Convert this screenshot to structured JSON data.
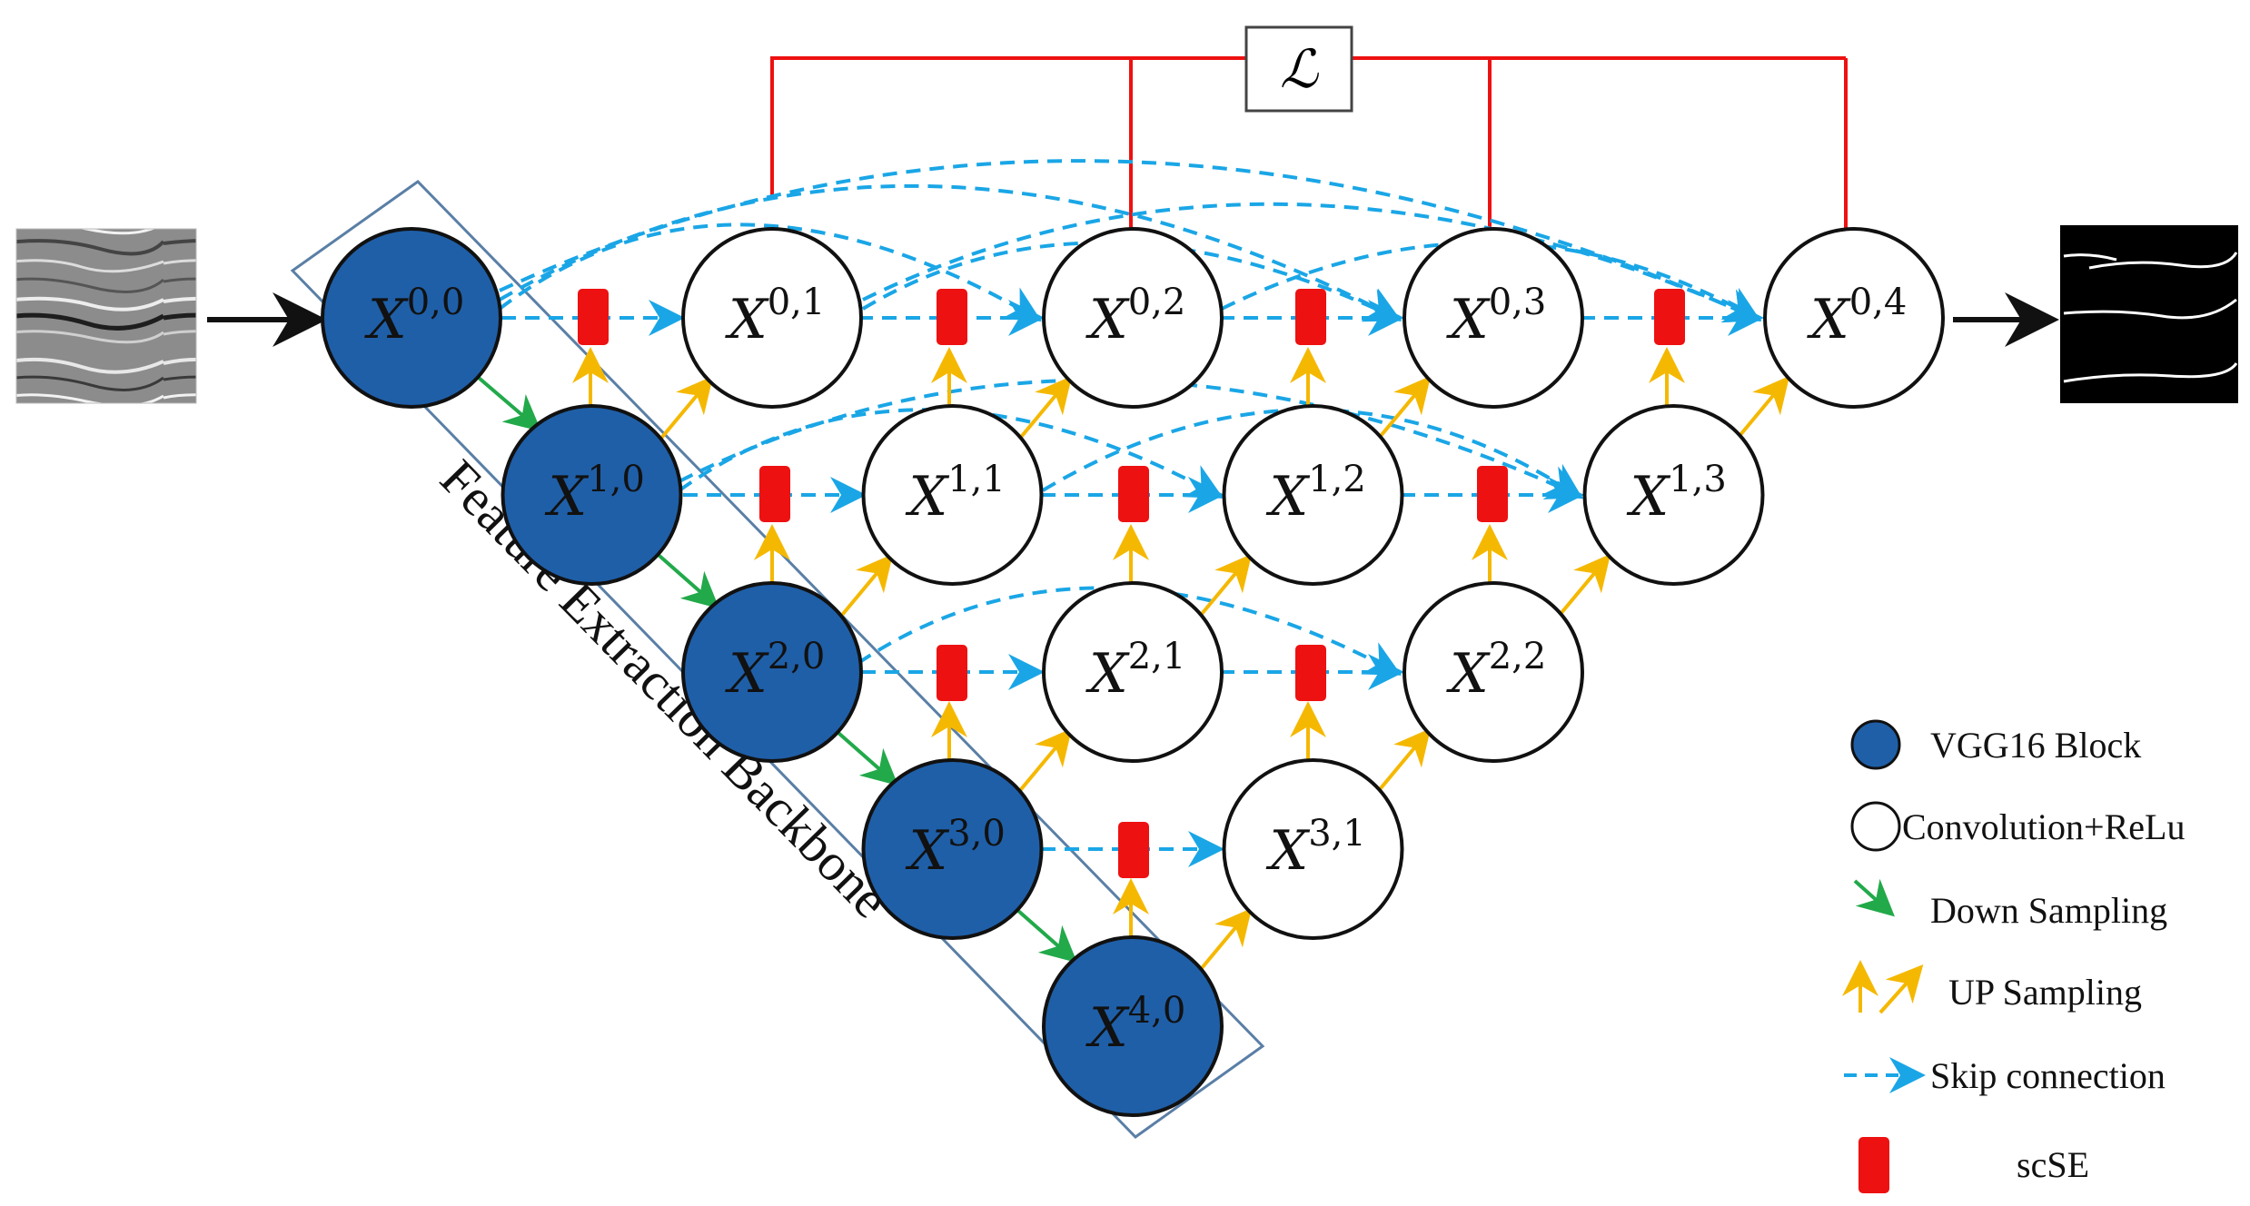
{
  "loss_symbol": "ℒ",
  "backbone_label": "Feature Extraction Backbone",
  "node_base": "X",
  "nodes": [
    {
      "id": "0,0",
      "sup": "0,0",
      "type": "vgg"
    },
    {
      "id": "1,0",
      "sup": "1,0",
      "type": "vgg"
    },
    {
      "id": "2,0",
      "sup": "2,0",
      "type": "vgg"
    },
    {
      "id": "3,0",
      "sup": "3,0",
      "type": "vgg"
    },
    {
      "id": "4,0",
      "sup": "4,0",
      "type": "vgg"
    },
    {
      "id": "0,1",
      "sup": "0,1",
      "type": "conv"
    },
    {
      "id": "0,2",
      "sup": "0,2",
      "type": "conv"
    },
    {
      "id": "0,3",
      "sup": "0,3",
      "type": "conv"
    },
    {
      "id": "0,4",
      "sup": "0,4",
      "type": "conv"
    },
    {
      "id": "1,1",
      "sup": "1,1",
      "type": "conv"
    },
    {
      "id": "1,2",
      "sup": "1,2",
      "type": "conv"
    },
    {
      "id": "1,3",
      "sup": "1,3",
      "type": "conv"
    },
    {
      "id": "2,1",
      "sup": "2,1",
      "type": "conv"
    },
    {
      "id": "2,2",
      "sup": "2,2",
      "type": "conv"
    },
    {
      "id": "3,1",
      "sup": "3,1",
      "type": "conv"
    }
  ],
  "legend": {
    "vgg": "VGG16 Block",
    "conv": "Convolution+ReLu",
    "down": "Down Sampling",
    "up": "UP Sampling",
    "skip": "Skip connection",
    "scse": "scSE"
  },
  "colors": {
    "vgg_fill": "#1f5fa8",
    "down_arrow": "#22a94a",
    "up_arrow": "#f5b800",
    "skip_arrow": "#1aa6e6",
    "scse": "#ee1111",
    "loss_line": "#ee1111",
    "backbone_border": "#5a7fa6"
  }
}
